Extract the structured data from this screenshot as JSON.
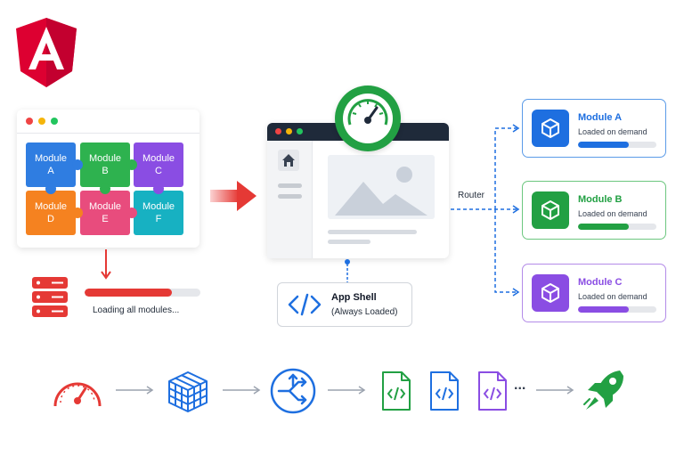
{
  "logo": {
    "letter": "A",
    "color": "#dd0031"
  },
  "left_window": {
    "modules": [
      {
        "line1": "Module",
        "line2": "A",
        "color": "#2f7de1"
      },
      {
        "line1": "Module",
        "line2": "B",
        "color": "#2eb24f"
      },
      {
        "line1": "Module",
        "line2": "C",
        "color": "#8a4de3"
      },
      {
        "line1": "Module",
        "line2": "D",
        "color": "#f58220"
      },
      {
        "line1": "Module",
        "line2": "E",
        "color": "#e84c7d"
      },
      {
        "line1": "Module",
        "line2": "F",
        "color": "#17b1c2"
      }
    ]
  },
  "loading": {
    "text": "Loading all modules...",
    "progress": 0.75,
    "color": "#e53935"
  },
  "app_shell": {
    "title": "App Shell",
    "subtitle": "(Always Loaded)",
    "icon": "code-icon"
  },
  "router": {
    "label": "Router"
  },
  "lazy_modules": [
    {
      "title": "Module A",
      "subtitle": "Loaded on demand",
      "color": "#1e6fe0",
      "progress": 0.65
    },
    {
      "title": "Module B",
      "subtitle": "Loaded on demand",
      "color": "#22a043",
      "progress": 0.65
    },
    {
      "title": "Module C",
      "subtitle": "Loaded on demand",
      "color": "#8a4de3",
      "progress": 0.65
    }
  ],
  "bottom_flow": {
    "items": [
      "speedometer-icon",
      "cube-grid-icon",
      "router-icon",
      "code-file-icon",
      "code-file-icon",
      "code-file-icon",
      "rocket-icon"
    ],
    "ellipsis": "..."
  }
}
